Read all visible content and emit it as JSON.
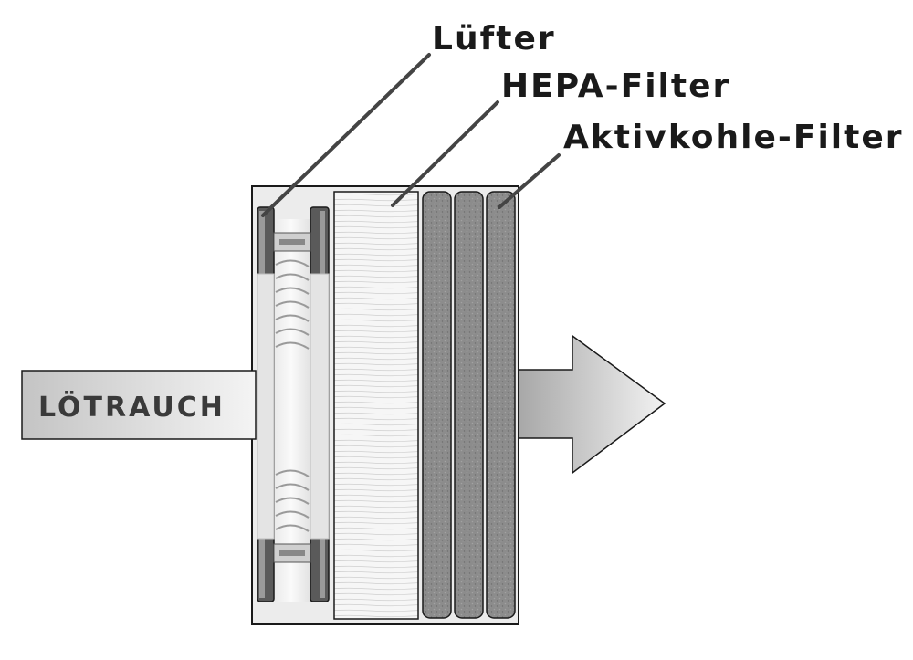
{
  "diagram": {
    "labels": {
      "fan": "Lüfter",
      "hepa": "HEPA-Filter",
      "carbon": "Aktivkohle-Filter"
    },
    "inflow": {
      "text": "LÖTRAUCH"
    },
    "colors": {
      "housing_fill": "#ececec",
      "outline": "#1a1a1a",
      "carbon_fill": "#8a8a8a",
      "hepa_fill": "#f4f4f4",
      "arrow_light": "#efefef",
      "arrow_dark": "#a8a8a8"
    }
  }
}
